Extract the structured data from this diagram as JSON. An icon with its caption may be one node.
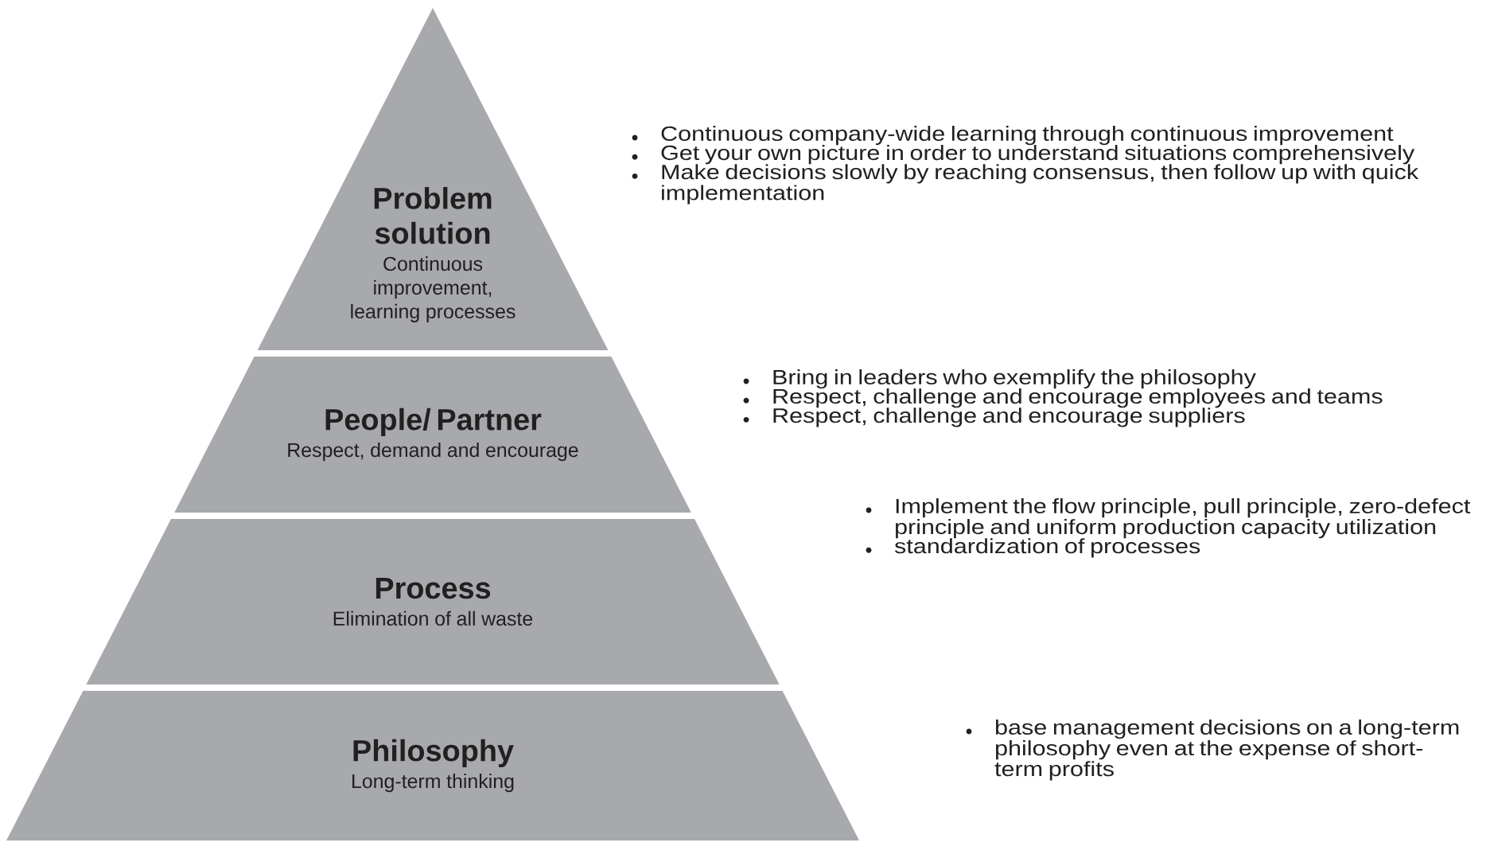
{
  "diagram": {
    "nodes": [
      {
        "text": [
          "Problem solution",
          "Continuous improvement, learning processes"
        ]
      },
      {
        "text": [
          "People/ Partner",
          "Respect, demand and encourage"
        ]
      },
      {
        "text": [
          "Process",
          "Elimination of all waste"
        ]
      },
      {
        "text": [
          "Philosophy",
          "Long-term thinking"
        ]
      }
    ],
    "labels": [
      "Continuous company-wide learning through continuous improvement",
      "Get your own picture in order to understand situations comprehensively",
      "Make decisions slowly by reaching consensus, then follow up with quick implementation",
      "Bring in leaders who exemplify the philosophy",
      "Respect, challenge and encourage employees and teams",
      "Respect, challenge and encourage suppliers",
      "Implement the flow principle, pull principle, zero-defect principle and uniform production capacity utilization",
      "standardization of processes",
      "base management decisions on a long-term philosophy even at the expense of short-term profits"
    ]
  }
}
